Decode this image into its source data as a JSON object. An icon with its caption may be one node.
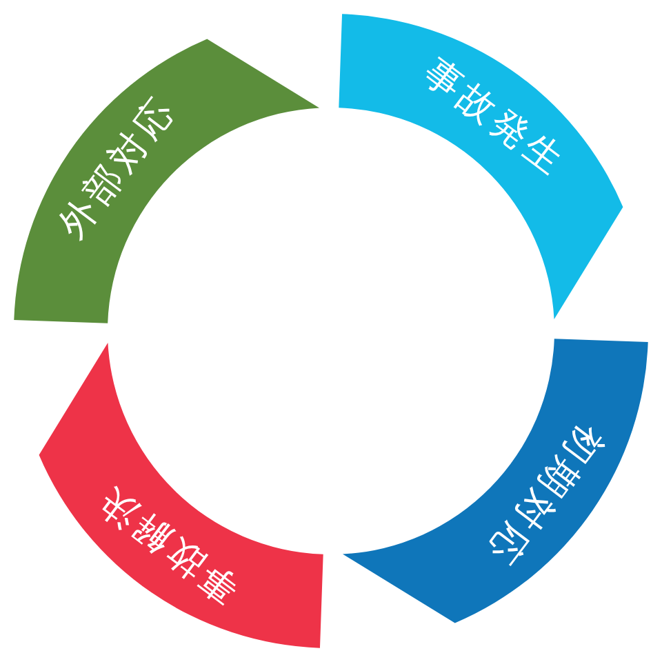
{
  "diagram": {
    "nodes": [
      {
        "text": [
          "事故発生"
        ]
      },
      {
        "text": [
          "初期対応"
        ]
      },
      {
        "text": [
          "事故解決"
        ]
      },
      {
        "text": [
          "外部対応"
        ]
      }
    ]
  }
}
